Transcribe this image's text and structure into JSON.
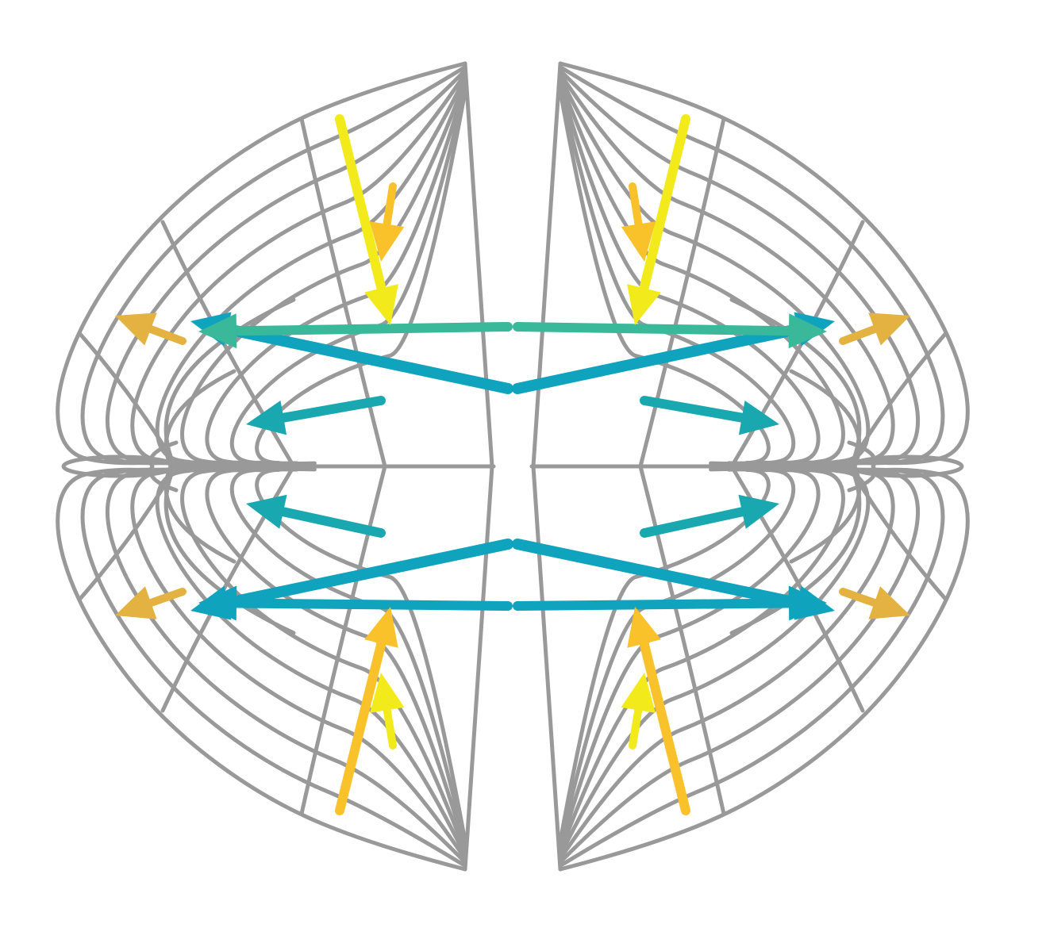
{
  "colors": {
    "background": "#ffffff",
    "grid": "#999999",
    "yellow": "#f2ea1a",
    "gold": "#fac22a",
    "amber": "#e3b240",
    "teal_green": "#39b89a",
    "cyan": "#0fa3be",
    "teal": "#1aa8b0"
  },
  "diagram": {
    "kind": "bispherical-coordinate-grid-with-flow-arrows",
    "halves": [
      "left",
      "right"
    ],
    "arrow_groups": [
      {
        "name": "upper-vertical",
        "color_key": "yellow",
        "direction": "down"
      },
      {
        "name": "lower-vertical",
        "color_key": "yellow",
        "direction": "up"
      },
      {
        "name": "upper-crossing",
        "color_key": "cyan",
        "direction": "outward"
      },
      {
        "name": "lower-crossing",
        "color_key": "cyan",
        "direction": "outward"
      },
      {
        "name": "inner-horizontal",
        "color_key": "teal",
        "direction": "toward-poles"
      },
      {
        "name": "outer-edge",
        "color_key": "amber",
        "direction": "inward"
      }
    ]
  }
}
